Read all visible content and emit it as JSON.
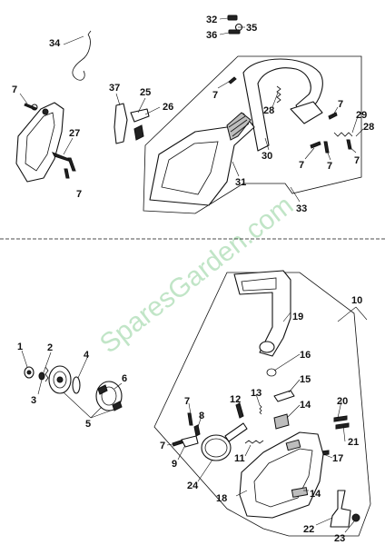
{
  "watermark": "SparesGarden.com",
  "labels": {
    "l32": "32",
    "l35": "35",
    "l36": "36",
    "l34": "34",
    "l7a": "7",
    "l37": "37",
    "l25": "25",
    "l26": "26",
    "l7b": "7",
    "l27": "27",
    "l7c": "7",
    "l28a": "28",
    "l7d": "7",
    "l29": "29",
    "l28b": "28",
    "l30": "30",
    "l7e": "7",
    "l7f": "7",
    "l7g": "7",
    "l31": "31",
    "l33": "33",
    "l10": "10",
    "l19": "19",
    "l1": "1",
    "l2": "2",
    "l4": "4",
    "l6": "6",
    "l3": "3",
    "l5": "5",
    "l16": "16",
    "l15": "15",
    "l13": "13",
    "l12": "12",
    "l14a": "14",
    "l7h": "7",
    "l8": "8",
    "l20": "20",
    "l21": "21",
    "l7i": "7",
    "l9": "9",
    "l11": "11",
    "l17": "17",
    "l24": "24",
    "l18": "18",
    "l14b": "14",
    "l22": "22",
    "l23": "23"
  }
}
